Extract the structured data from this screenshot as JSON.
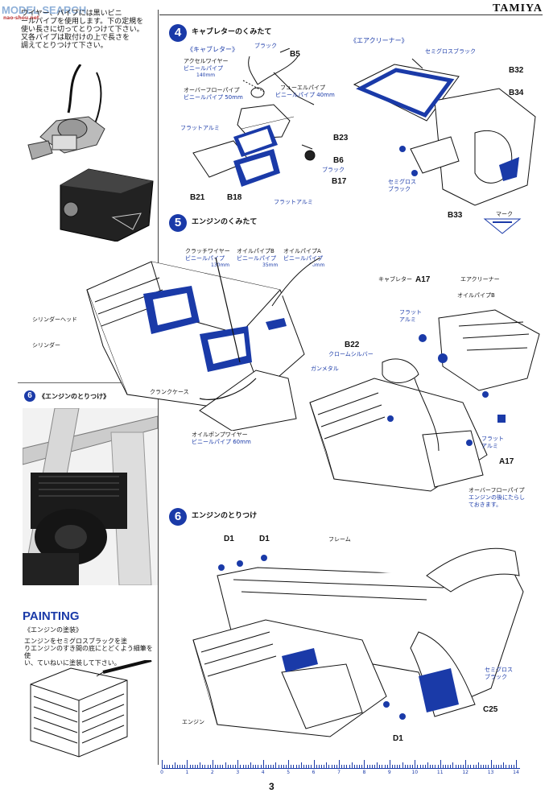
{
  "header": {
    "watermark": "MODEL SEARCH",
    "watermark_sub": "nao-shou.net",
    "brand": "TAMIYA"
  },
  "left_col": {
    "intro_lines": [
      "ワイヤー、パイプには黒いビニ",
      "ールパイプを使用します。下の定規を",
      "使い長さに切ってとりつけて下さい。",
      "又各パイプは取付けの上で長さを",
      "調えてとりつけて下さい。"
    ],
    "step6_small_num": "6",
    "step6_small_title": "《エンジンのとりつけ》",
    "painting_title": "PAINTING",
    "painting_sub": "《エンジンの塗装》",
    "painting_lines": [
      "エンジンをセミグロスブラックを塗",
      "りエンジンのすき間の底にとどくよう細筆を使",
      "い、ていねいに塗装して下さい。"
    ]
  },
  "step4": {
    "num": "4",
    "title": "キャブレターのくみたて",
    "carb_label": "《キャブレター》",
    "aircleaner_label": "《エアクリーナー》",
    "labels": {
      "black": "ブラック",
      "b5": "B5",
      "accel_wire": "アクセルワイヤー",
      "accel_vinyl": "ビニールパイプ",
      "accel_len": "140mm",
      "overflow": "オーバーフローパイプ",
      "overflow_vinyl": "ビニールパイプ 50mm",
      "fuel": "フューエルパイプ",
      "fuel_vinyl": "ビニールパイプ 40mm",
      "flat_alu": "フラットアルミ",
      "b23": "B23",
      "b6": "B6",
      "black2": "ブラック",
      "b17": "B17",
      "b21": "B21",
      "b18": "B18",
      "flat_alu2": "フラットアルミ",
      "semigloss": "セミグロスブラック",
      "b32": "B32",
      "b34": "B34",
      "semigloss2a": "セミグロス",
      "semigloss2b": "ブラック",
      "b33": "B33",
      "mark": "マーク"
    }
  },
  "step5": {
    "num": "5",
    "title": "エンジンのくみたて",
    "labels": {
      "clutch_wire": "クラッチワイヤー",
      "clutch_vinyl": "ビニールパイプ",
      "clutch_len": "130mm",
      "oilpipe_b": "オイルパイプB",
      "oilpipe_b_vinyl": "ビニールパイプ",
      "oilpipe_b_len": "35mm",
      "oilpipe_a": "オイルパイプA",
      "oilpipe_a_vinyl": "ビニールパイプ",
      "oilpipe_a_len": "20mm",
      "cyl_head": "シリンダーヘッド",
      "cylinder": "シリンダー",
      "b22": "B22",
      "chrome": "クロームシルバー",
      "gunmetal": "ガンメタル",
      "crankcase": "クランクケース",
      "oilpump": "オイルポンプワイヤー",
      "oilpump_vinyl": "ビニールパイプ 60mm",
      "carb": "キャブレター",
      "a17": "A17",
      "aircleaner": "エアクリーナー",
      "oilpipe_b2": "オイルパイプB",
      "flat_a": "フラット",
      "flat_b": "アルミ",
      "flat_c": "フラット",
      "flat_d": "アルミ",
      "a17b": "A17",
      "overflow": "オーバーフローパイプ",
      "overflow_note1": "エンジンの後にたらし",
      "overflow_note2": "ておきます。"
    }
  },
  "step6": {
    "num": "6",
    "title": "エンジンのとりつけ",
    "labels": {
      "d1a": "D1",
      "d1b": "D1",
      "frame": "フレーム",
      "semigloss_a": "セミグロス",
      "semigloss_b": "ブラック",
      "c25": "C25",
      "engine": "エンジン",
      "d1c": "D1"
    }
  },
  "ruler": {
    "numbers": [
      "0",
      "1",
      "2",
      "3",
      "4",
      "5",
      "6",
      "7",
      "8",
      "9",
      "10",
      "11",
      "12",
      "13",
      "14"
    ]
  },
  "page_number": "3",
  "colors": {
    "accent": "#1a3aa8"
  }
}
